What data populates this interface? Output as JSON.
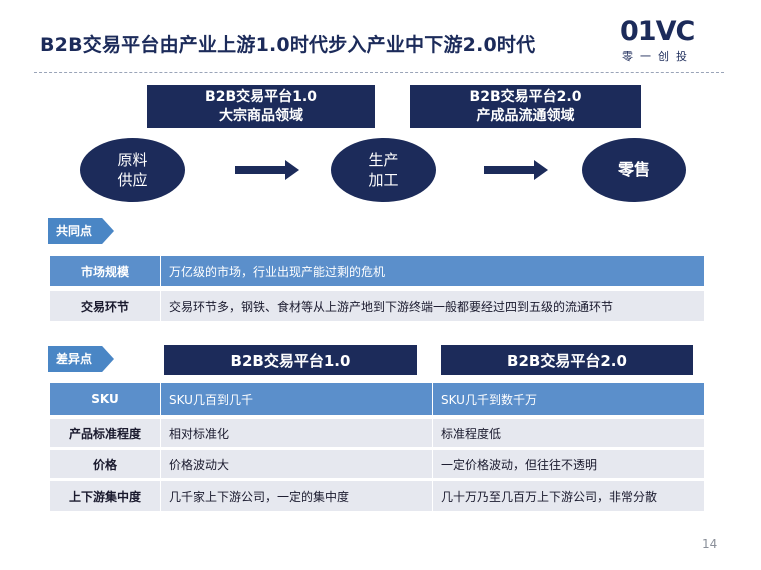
{
  "slide": {
    "title": "B2B交易平台由产业上游1.0时代步入产业中下游2.0时代",
    "page_number": "14"
  },
  "logo": {
    "mark": "01VC",
    "subtitle": "零一创投"
  },
  "eras": [
    {
      "line1": "B2B交易平台1.0",
      "line2": "大宗商品领域"
    },
    {
      "line1": "B2B交易平台2.0",
      "line2": "产成品流通领域"
    }
  ],
  "stages": [
    {
      "line1": "原料",
      "line2": "供应"
    },
    {
      "line1": "生产",
      "line2": "加工"
    },
    {
      "line1": "零售",
      "line2": ""
    }
  ],
  "common": {
    "tag": "共同点",
    "rows": [
      {
        "label": "市场规模",
        "value": "万亿级的市场，行业出现产能过剩的危机"
      },
      {
        "label": "交易环节",
        "value": "交易环节多，钢铁、食材等从上游产地到下游终端一般都要经过四到五级的流通环节"
      }
    ]
  },
  "differences": {
    "tag": "差异点",
    "col1_header": "B2B交易平台1.0",
    "col2_header": "B2B交易平台2.0",
    "rows": [
      {
        "label": "SKU",
        "v1": "SKU几百到几千",
        "v2": "SKU几千到数千万"
      },
      {
        "label": "产品标准程度",
        "v1": "相对标准化",
        "v2": "标准程度低"
      },
      {
        "label": "价格",
        "v1": "价格波动大",
        "v2": "一定价格波动，但往往不透明"
      },
      {
        "label": "上下游集中度",
        "v1": "几千家上下游公司，一定的集中度",
        "v2": "几十万乃至几百万上下游公司，非常分散"
      }
    ]
  },
  "colors": {
    "navy": "#1c2b5a",
    "blue_row": "#5b8fcb",
    "gray_row": "#e6e8ef",
    "tag_blue": "#4a86c5"
  }
}
